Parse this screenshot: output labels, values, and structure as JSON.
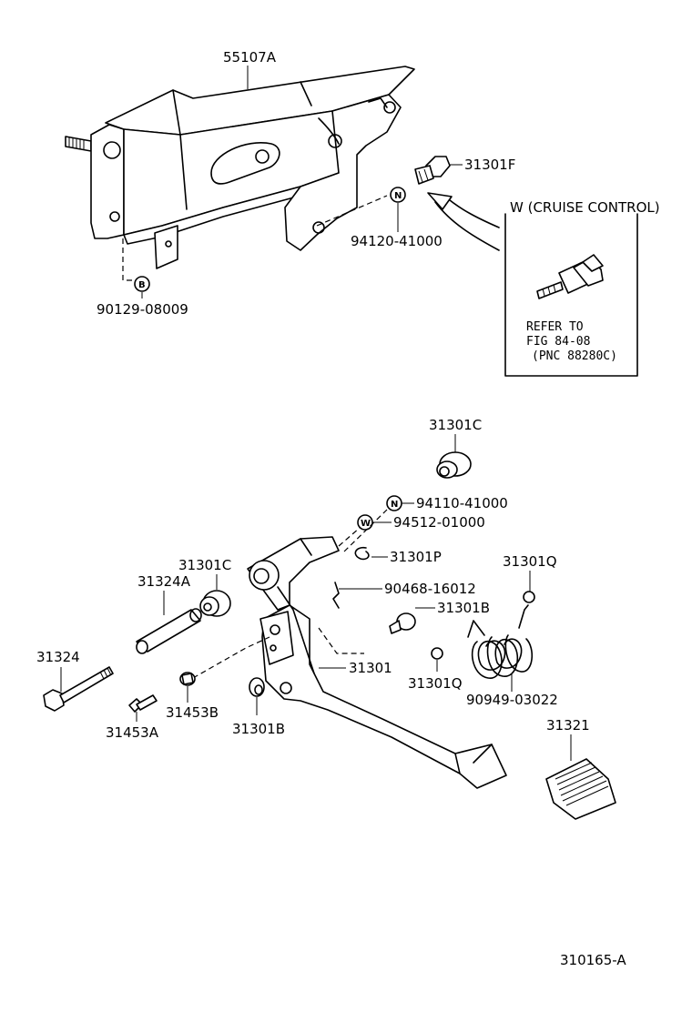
{
  "parts": {
    "bracket": "55107A",
    "bolt_top": "31301F",
    "nut_top": "94120-41000",
    "bolt_left": "90129-08009",
    "bushing_top": "31301C",
    "nut_pedal": "94110-41000",
    "washer_pedal": "94512-01000",
    "clip": "31301P",
    "bushing_left": "31301C",
    "collar": "31324A",
    "pin": "90468-16012",
    "stopper": "31301B",
    "cushion_right": "31301Q",
    "pedal_shaft_bolt": "31324",
    "pedal_lever": "31301",
    "cushion_lower": "31301Q",
    "spring": "90949-03022",
    "bolt_small_b": "31453B",
    "bolt_small_a": "31453A",
    "stopper_lower": "31301B",
    "pedal_pad": "31321"
  },
  "symbols": {
    "n": "N",
    "b": "B",
    "w": "W"
  },
  "inset": {
    "title": "W (CRUISE CONTROL)",
    "ref_line1": "REFER TO",
    "ref_line2": "FIG 84-08",
    "ref_line3": "(PNC 88280C)"
  },
  "figure_id": "310165-A"
}
